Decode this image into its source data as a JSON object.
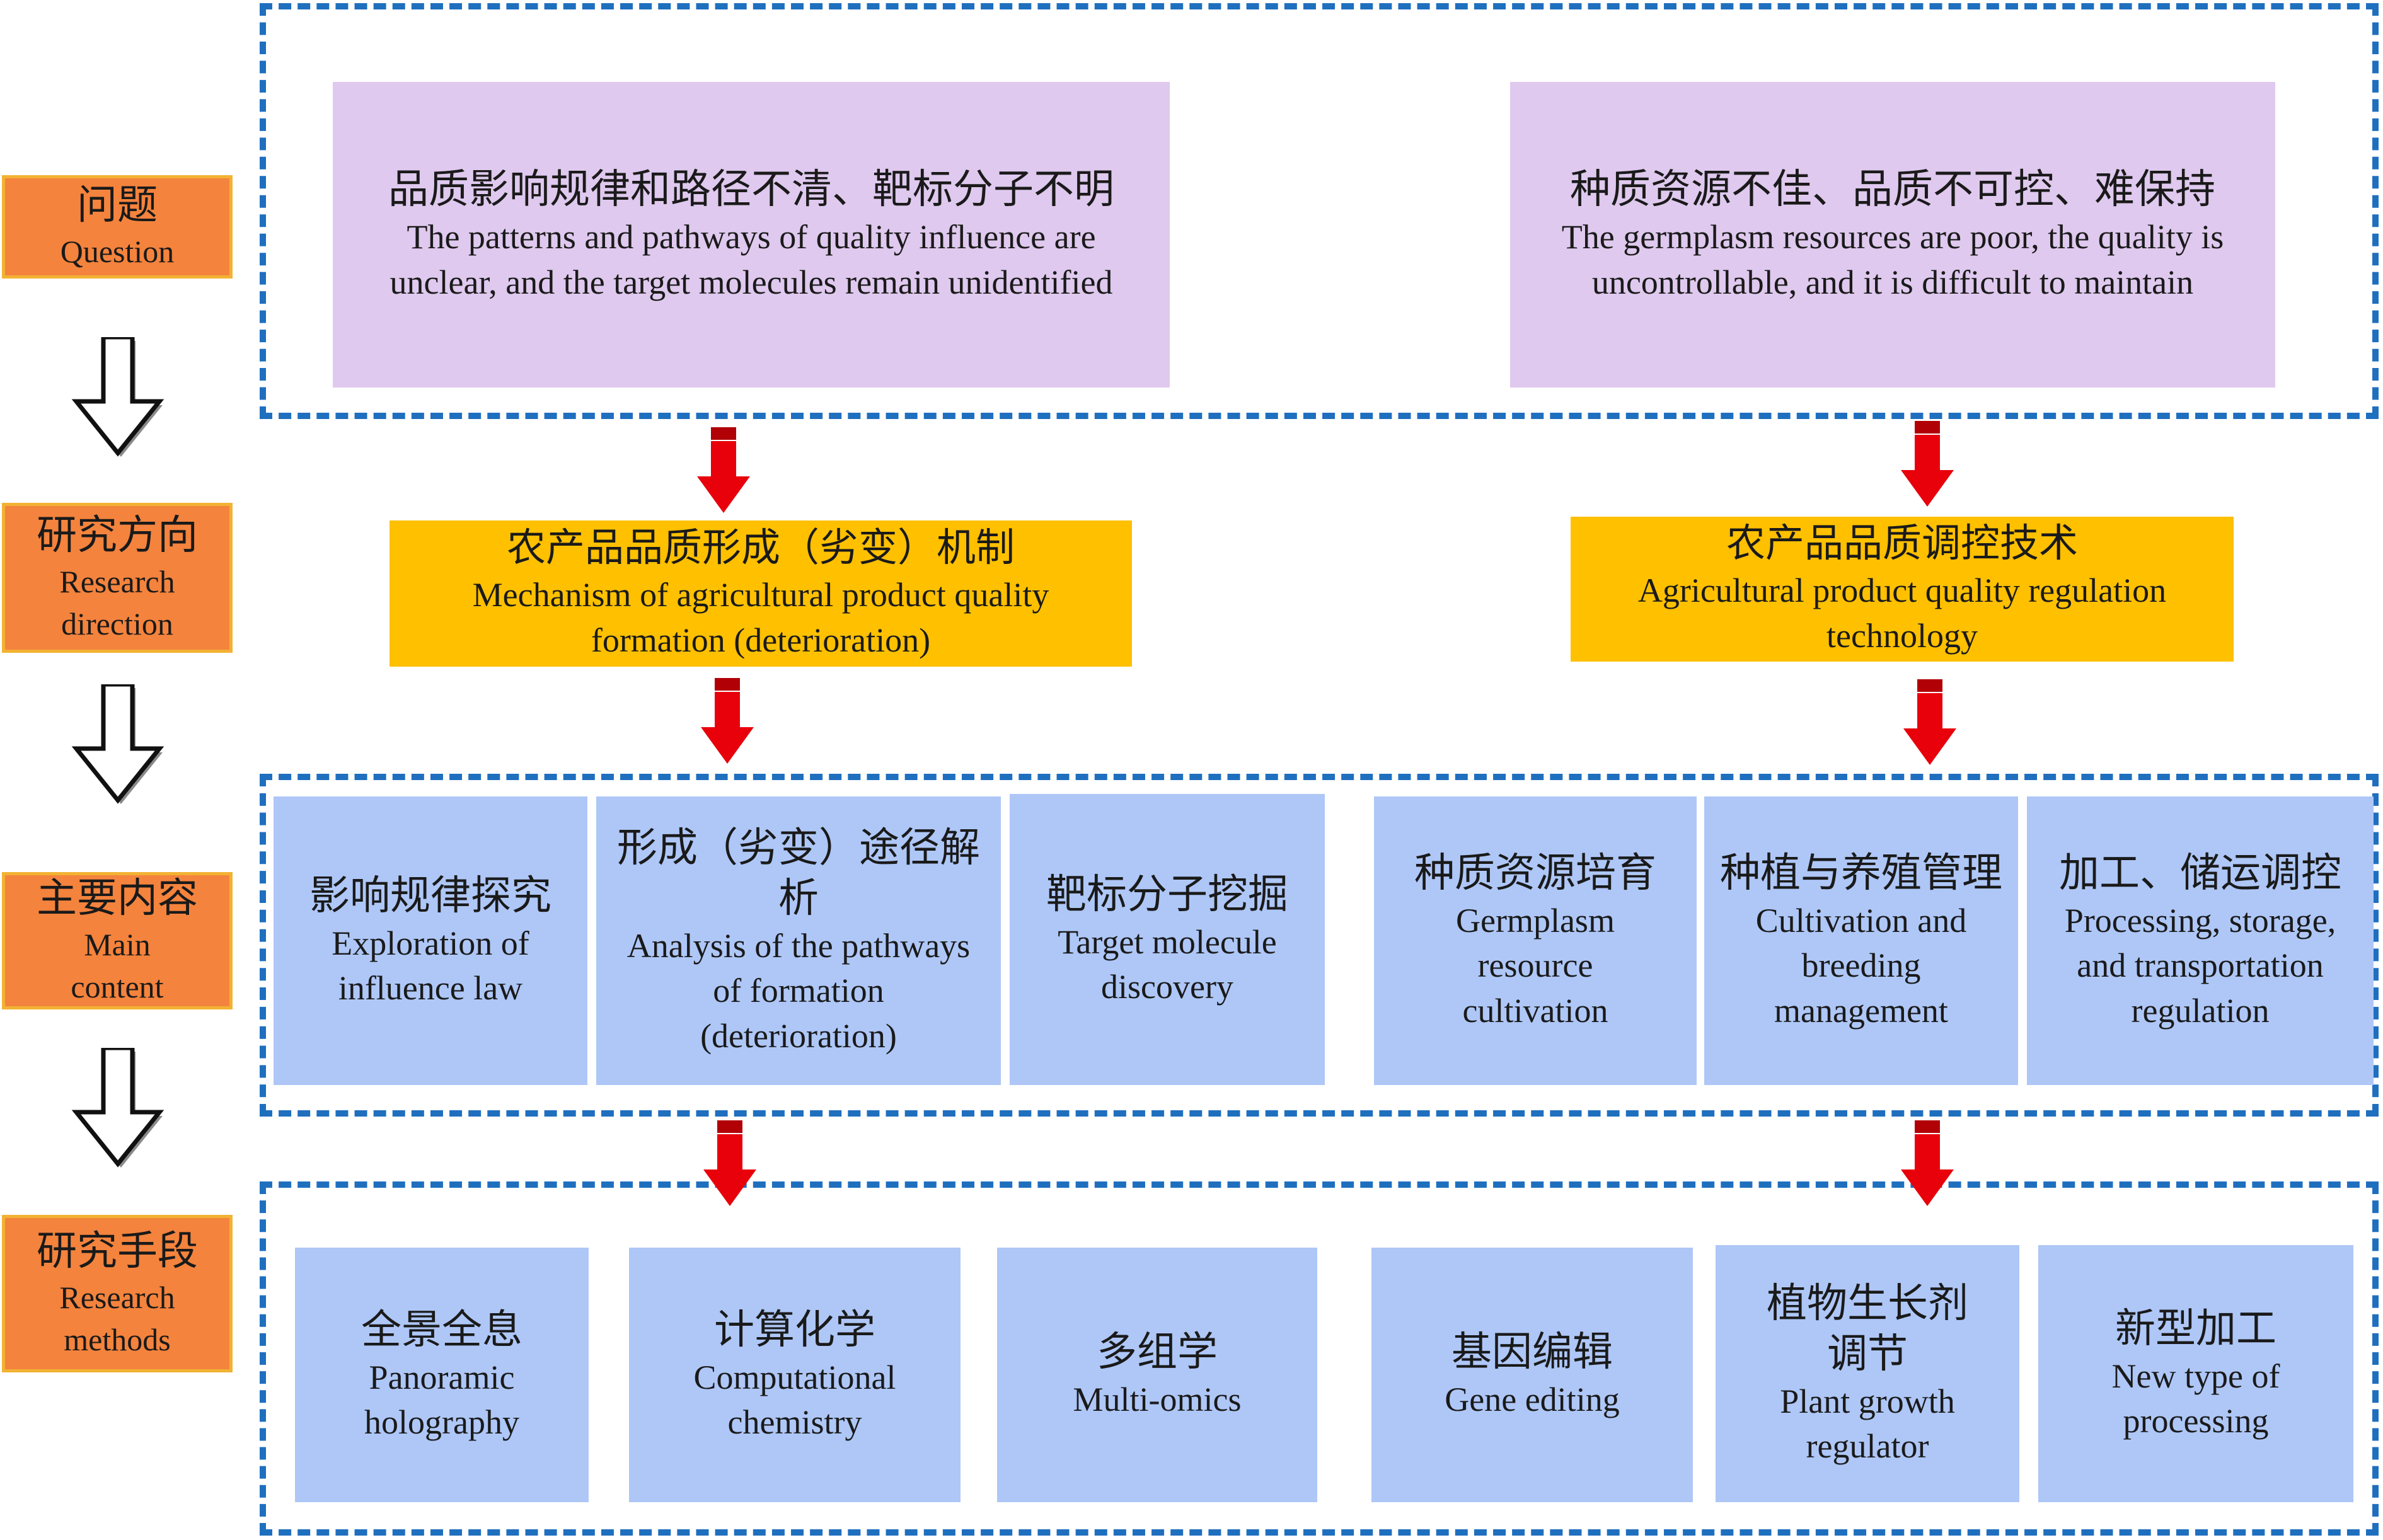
{
  "labels": [
    {
      "zh": "问题",
      "en": "Question"
    },
    {
      "zh": "研究方向",
      "en": "Research direction"
    },
    {
      "zh": "主要内容",
      "en": "Main content"
    },
    {
      "zh": "研究手段",
      "en": "Research methods"
    }
  ],
  "questions": [
    {
      "zh": "品质影响规律和路径不清、靶标分子不明",
      "en": "The patterns and pathways of quality influence are unclear, and the target molecules remain unidentified"
    },
    {
      "zh": "种质资源不佳、品质不可控、难保持",
      "en": "The germplasm resources are poor, the quality is uncontrollable, and it is difficult to maintain"
    }
  ],
  "directions": [
    {
      "zh": "农产品品质形成（劣变）机制",
      "en": "Mechanism of agricultural product quality formation (deterioration)"
    },
    {
      "zh": "农产品品质调控技术",
      "en": "Agricultural product quality regulation technology"
    }
  ],
  "contents": [
    {
      "zh": "影响规律探究",
      "en": "Exploration of influence law"
    },
    {
      "zh": "形成（劣变）途径解析",
      "en": "Analysis of the pathways of formation (deterioration)"
    },
    {
      "zh": "靶标分子挖掘",
      "en": "Target molecule discovery"
    },
    {
      "zh": "种质资源培育",
      "en": "Germplasm resource cultivation"
    },
    {
      "zh": "种植与养殖管理",
      "en": "Cultivation and breeding management"
    },
    {
      "zh": "加工、储运调控",
      "en": "Processing, storage, and transportation regulation"
    }
  ],
  "methods": [
    {
      "zh": "全景全息",
      "en": "Panoramic holography"
    },
    {
      "zh": "计算化学",
      "en": "Computational chemistry"
    },
    {
      "zh": "多组学",
      "en": "Multi-omics"
    },
    {
      "zh": "基因编辑",
      "en": "Gene editing"
    },
    {
      "zh": "植物生长剂调节",
      "en": "Plant growth regulator"
    },
    {
      "zh": "新型加工",
      "en": "New type of processing"
    }
  ],
  "colors": {
    "label_fill": "#f4833d",
    "label_border": "#f2b233",
    "question_fill": "#dfc9ee",
    "direction_fill": "#ffc000",
    "content_fill": "#aec7f7",
    "dashed_border": "#1f6fbf",
    "red_arrow": "#e8000b"
  },
  "icons": {
    "step_arrow": "hollow-down-arrow-icon",
    "flow_arrow": "red-down-arrow-icon"
  }
}
